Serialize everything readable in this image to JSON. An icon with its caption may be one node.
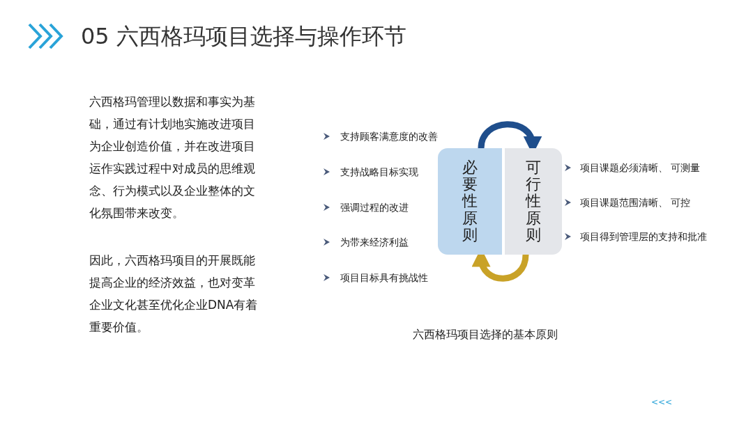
{
  "diagram": {
    "title": "05 六西格玛项目选择与操作环节",
    "caption": "六西格玛项目选择的基本原则",
    "nodes": [
      {
        "text": [
          "必要性原则"
        ]
      },
      {
        "text": [
          "可行性原则"
        ]
      }
    ],
    "edges": [
      {
        "from": 0,
        "to": 1,
        "arrow": "to",
        "color": "#1f4e8c"
      },
      {
        "from": 1,
        "to": 0,
        "arrow": "to",
        "color": "#c9a227"
      }
    ],
    "labels": [
      "六西格玛管理以数据和事实为基础，通过有计划地实施改进项目为企业创造价值，并在改进项目运作实践过程中对成员的思维观念、行为模式以及企业整体的文化氛围带来改变。",
      "因此，六西格玛项目的开展既能提高企业的经济效益，也对变革企业文化甚至优化企业DNA有着重要价值。",
      "支持顾客满意度的改善",
      "支持战略目标实现",
      "强调过程的改进",
      "为带来经济利益",
      "项目目标具有挑战性",
      "项目课题必须清晰、 可测量",
      "项目课题范围清晰、 可控",
      "项目得到管理层的支持和批准",
      "<<<"
    ]
  }
}
